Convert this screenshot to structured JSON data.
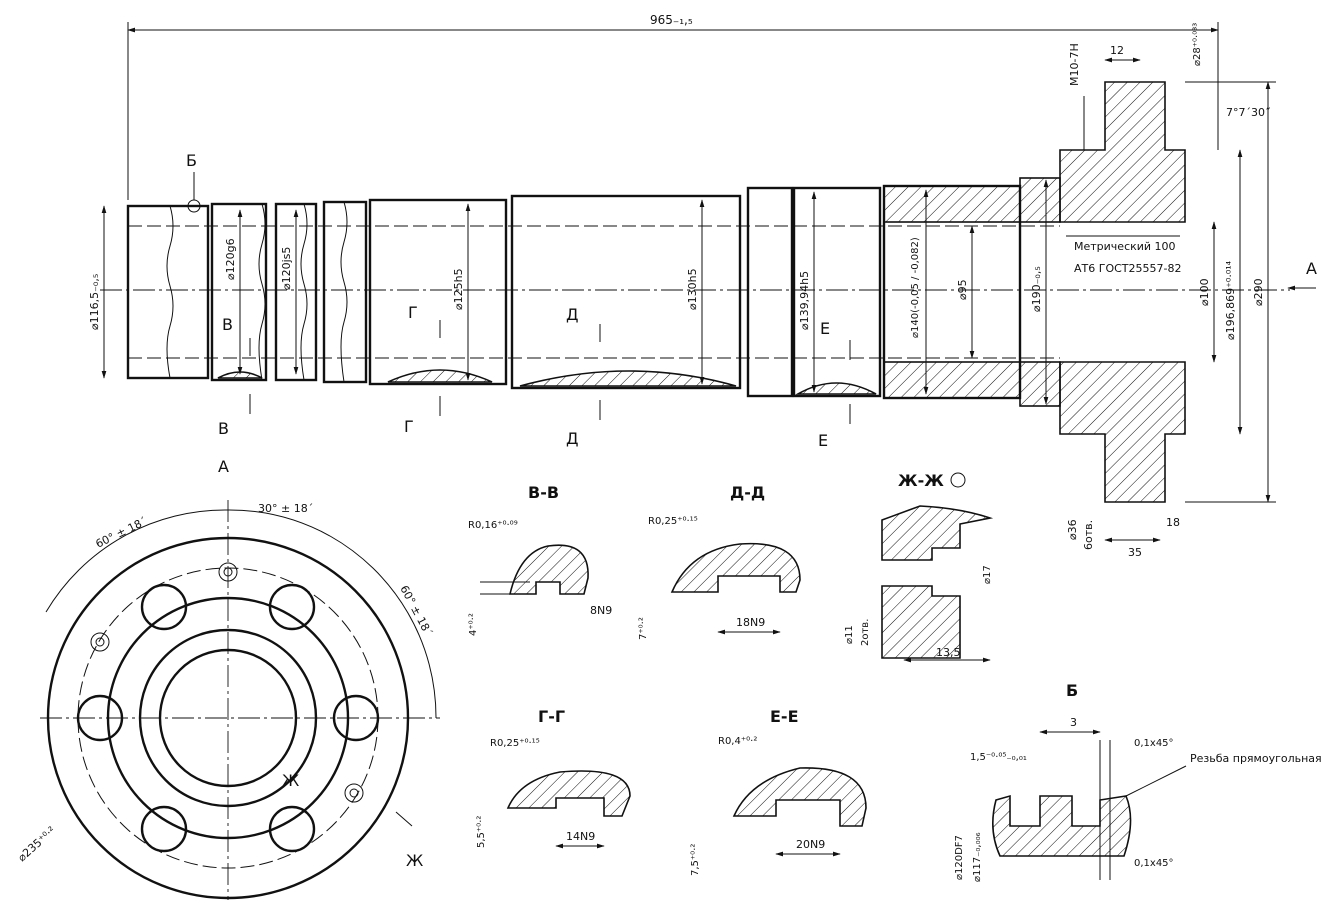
{
  "labels": {
    "overall_length": "965₋₁,₅",
    "section_b_mark": "Б",
    "dia_116": "⌀116,5₋₀,₅",
    "dia_120g6": "⌀120g6",
    "dia_120js5": "⌀120js5",
    "dia_125h5": "⌀125h5",
    "dia_130h5": "⌀130h5",
    "dia_139": "⌀139,94h5",
    "dia_140": "⌀140(-0,05 / -0,082)",
    "dia_95": "⌀95",
    "dia_190": "⌀190₋₀,₅",
    "dia_100": "⌀100",
    "dia_196": "⌀196,869⁺⁰·⁰¹⁴",
    "dia_290": "⌀290",
    "m10": "M10-7H",
    "dim_12": "12",
    "dia_28": "⌀28⁺⁰·⁰³³",
    "angle_7": "7°7´30˝",
    "spline_1": "Метрический 100",
    "spline_2": "АТ6 ГОСТ25557-82",
    "view_a_arrow": "А",
    "dia_36": "⌀36",
    "holes_6": "6отв.",
    "dim_18": "18",
    "dim_35": "35",
    "sec_v": "В",
    "sec_g": "Г",
    "sec_d": "Д",
    "sec_e": "Е",
    "view_a_title": "А",
    "ang_30": "30° ± 18´",
    "ang_60a": "60° ± 18´",
    "ang_60b": "60° ± 18´",
    "dia_235": "⌀235⁺⁰·²",
    "sec_zh": "Ж",
    "vv_title": "В-В",
    "vv_r": "R0,16⁺⁰·⁰⁹",
    "vv_4": "4⁺⁰·²",
    "vv_8n9": "8N9",
    "dd_title": "Д-Д",
    "dd_r": "R0,25⁺⁰·¹⁵",
    "dd_7": "7⁺⁰·²",
    "dd_18n9": "18N9",
    "zh_title": "Ж-Ж",
    "zh_17": "⌀17",
    "zh_11": "⌀11",
    "zh_2holes": "2отв.",
    "zh_135": "13,5",
    "gg_title": "Г-Г",
    "gg_r": "R0,25⁺⁰·¹⁵",
    "gg_55": "5,5⁺⁰·²",
    "gg_14n9": "14N9",
    "ee_title": "Е-Е",
    "ee_r": "R0,4⁺⁰·²",
    "ee_75": "7,5⁺⁰·²",
    "ee_20n9": "20N9",
    "b_title": "Б",
    "b_3": "3",
    "b_15": "1,5⁻⁰·⁰⁵₋₀,₀₁",
    "b_chamfer1": "0,1x45°",
    "b_thread": "Резьба прямоугольная",
    "b_120df7": "⌀120DF7",
    "b_117": "⌀117₋₀,₀₀₆",
    "b_chamfer2": "0,1x45°"
  }
}
